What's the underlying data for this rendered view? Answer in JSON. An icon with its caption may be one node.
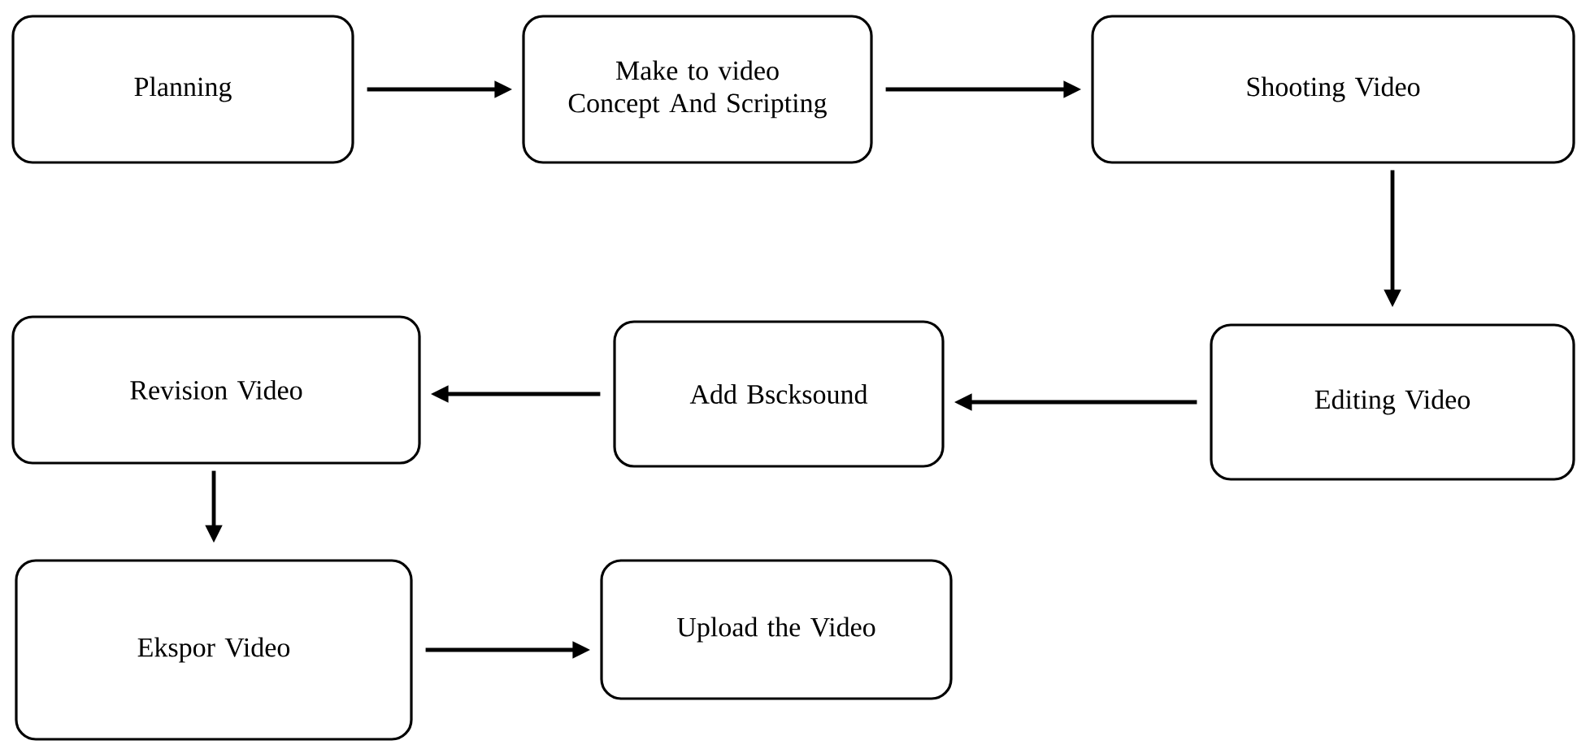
{
  "diagram": {
    "nodes": [
      {
        "text": [
          "Planning"
        ]
      },
      {
        "text": [
          "Make to video Concept And Scripting"
        ]
      },
      {
        "text": [
          "Shooting Video"
        ]
      },
      {
        "text": [
          "Editing Video"
        ]
      },
      {
        "text": [
          "Add Bscksound"
        ]
      },
      {
        "text": [
          "Revision Video"
        ]
      },
      {
        "text": [
          "Ekspor Video"
        ]
      },
      {
        "text": [
          "Upload the Video"
        ]
      }
    ],
    "edges": [
      {
        "from": 0,
        "to": 1,
        "arrow": "to"
      },
      {
        "from": 1,
        "to": 2,
        "arrow": "to"
      },
      {
        "from": 2,
        "to": 3,
        "arrow": "to"
      },
      {
        "from": 3,
        "to": 4,
        "arrow": "to"
      },
      {
        "from": 4,
        "to": 5,
        "arrow": "to"
      },
      {
        "from": 5,
        "to": 6,
        "arrow": "to"
      },
      {
        "from": 6,
        "to": 7,
        "arrow": "to"
      }
    ]
  }
}
